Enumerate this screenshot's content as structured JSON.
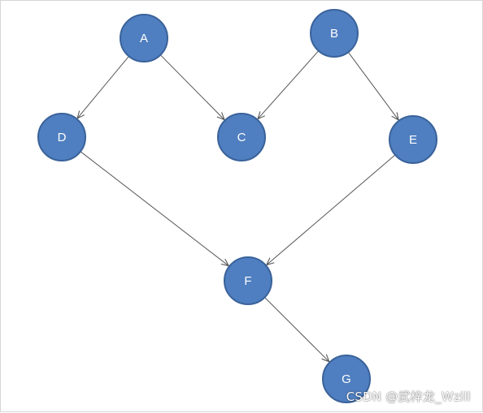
{
  "diagram": {
    "nodes": [
      {
        "id": "A",
        "label": "A"
      },
      {
        "id": "B",
        "label": "B"
      },
      {
        "id": "C",
        "label": "C"
      },
      {
        "id": "D",
        "label": "D"
      },
      {
        "id": "E",
        "label": "E"
      },
      {
        "id": "F",
        "label": "F"
      },
      {
        "id": "G",
        "label": "G"
      }
    ],
    "edges": [
      {
        "from": "A",
        "to": "D"
      },
      {
        "from": "A",
        "to": "C"
      },
      {
        "from": "B",
        "to": "C"
      },
      {
        "from": "B",
        "to": "E"
      },
      {
        "from": "D",
        "to": "F"
      },
      {
        "from": "E",
        "to": "F"
      },
      {
        "from": "F",
        "to": "G"
      }
    ],
    "colors": {
      "node_fill": "#4f7fc0",
      "node_stroke": "#3a629a",
      "edge": "#555555"
    }
  },
  "watermark": "CSDN @武梓龙_Wzill"
}
